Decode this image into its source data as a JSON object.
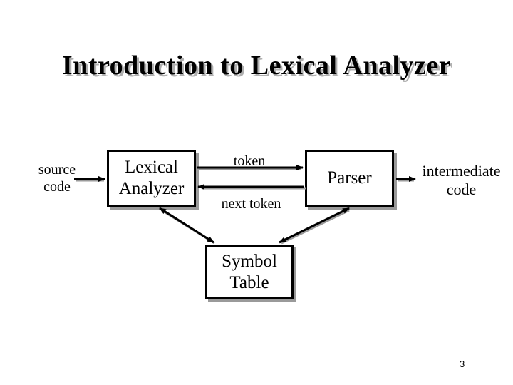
{
  "title": "Introduction to Lexical Analyzer",
  "nodes": {
    "source": {
      "line1": "source",
      "line2": "code"
    },
    "lexer": {
      "line1": "Lexical",
      "line2": "Analyzer"
    },
    "parser": {
      "label": "Parser"
    },
    "symbol_table": {
      "line1": "Symbol",
      "line2": "Table"
    },
    "output": {
      "line1": "intermediate",
      "line2": "code"
    }
  },
  "edges": {
    "token": "token",
    "next_token": "next token"
  },
  "page_number": "3"
}
